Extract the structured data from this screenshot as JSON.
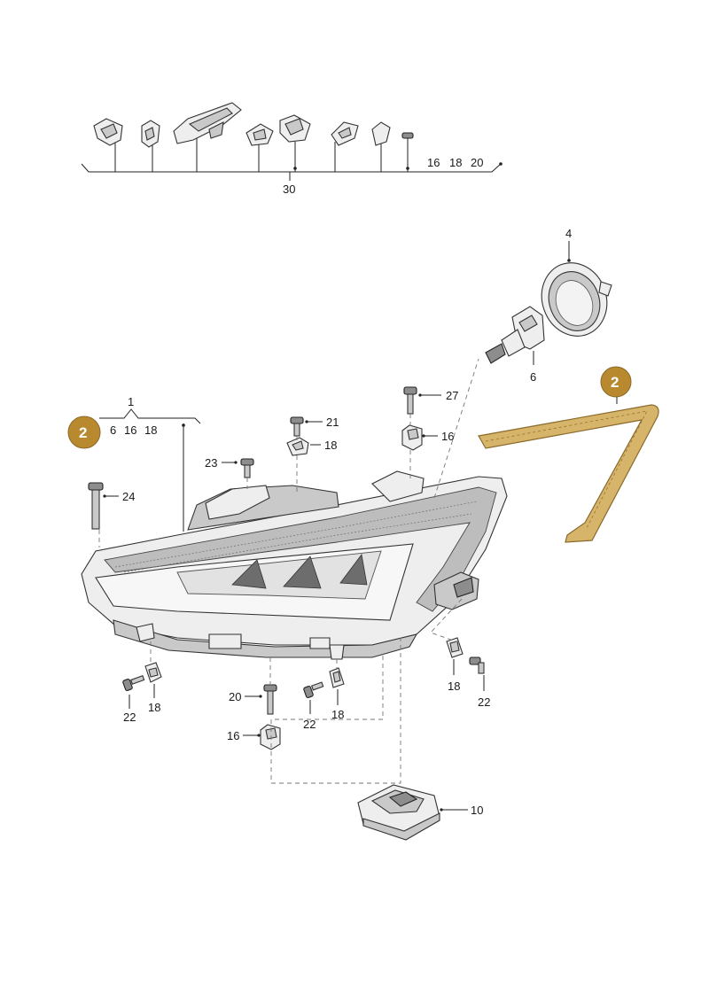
{
  "colors": {
    "badge": "#b8892e",
    "highlight": "#d6b46a",
    "line": "#222222"
  },
  "labels": {
    "top_16": "16",
    "top_18": "18",
    "top_20": "20",
    "top_30": "30",
    "n1": "1",
    "n2_left": "2",
    "n2_right": "2",
    "n4": "4",
    "n6_bulb": "6",
    "row1_6": "6",
    "row1_16": "16",
    "row1_18": "18",
    "n10": "10",
    "n16_upper": "16",
    "n16_lower": "16",
    "n18_upper": "18",
    "n18_lower_a": "18",
    "n18_lower_b": "18",
    "n18_right": "18",
    "n20": "20",
    "n21": "21",
    "n22_a": "22",
    "n22_b": "22",
    "n22_right": "22",
    "n23": "23",
    "n24": "24",
    "n27": "27"
  }
}
